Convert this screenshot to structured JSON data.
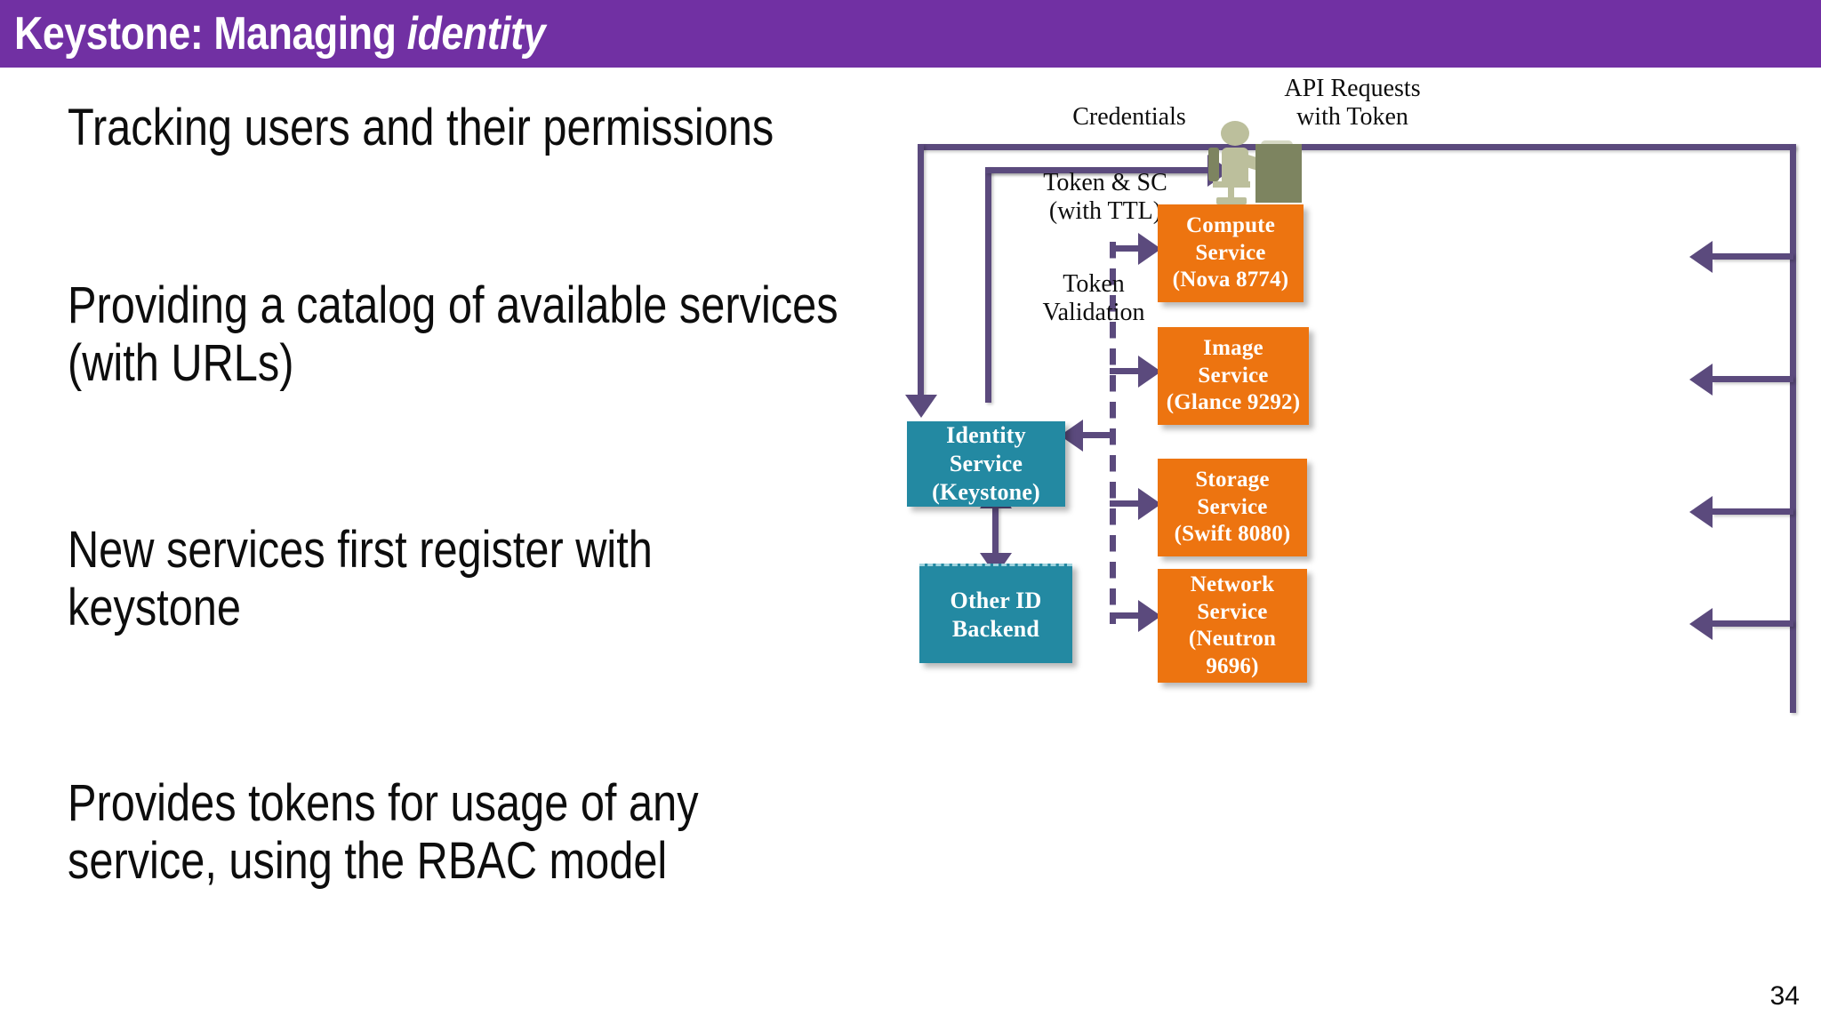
{
  "slide": {
    "title_main": "Keystone: Managing ",
    "title_italic": "identity",
    "page_number": "34"
  },
  "body": {
    "bullets": [
      "Tracking users and their permissions",
      "Providing a catalog of available services\n(with URLs)",
      "New services first register with\nkeystone",
      "Provides tokens for usage of any\nservice, using the RBAC model"
    ]
  },
  "diagram": {
    "labels": {
      "credentials": "Credentials",
      "api_requests": "API Requests\nwith Token",
      "token_sc": "Token & SC\n(with TTL)",
      "token_validation": "Token\nValidation"
    },
    "services": [
      {
        "id": "compute",
        "text": "Compute\nService\n(Nova 8774)",
        "color": "#ED7410"
      },
      {
        "id": "image",
        "text": "Image\nService\n(Glance 9292)",
        "color": "#ED7410"
      },
      {
        "id": "storage",
        "text": "Storage\nService\n(Swift 8080)",
        "color": "#ED7410"
      },
      {
        "id": "network",
        "text": "Network\nService\n(Neutron\n9696)",
        "color": "#ED7410"
      }
    ],
    "identity": [
      {
        "id": "keystone",
        "text": "Identity Service\n(Keystone)",
        "color": "#2389A2"
      },
      {
        "id": "other-id",
        "text": "Other ID\nBackend",
        "color": "#2389A2"
      }
    ],
    "icons": {
      "user_at_desk": "user-at-desk-icon"
    }
  },
  "colors": {
    "title_bar": "#7130A3",
    "arrow_purple": "#5B4A7D",
    "service_orange": "#ED7410",
    "identity_teal": "#2389A2",
    "person_sage": "#BCBF9C",
    "desk_olive": "#7D8460"
  }
}
